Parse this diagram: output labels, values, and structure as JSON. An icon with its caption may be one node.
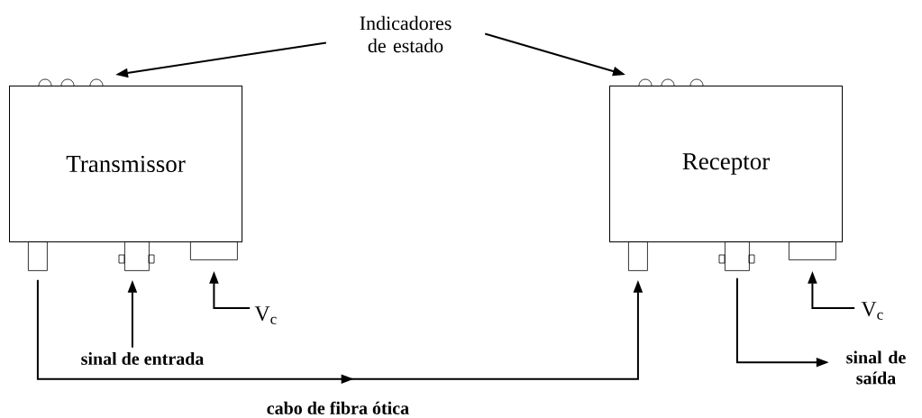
{
  "diagram": {
    "nodes": [
      {
        "text": [
          "Indicadores de estado"
        ]
      },
      {
        "text": [
          "Transmissor"
        ]
      },
      {
        "text": [
          "Receptor"
        ]
      },
      {
        "text": [],
        "shape": "box"
      },
      {
        "text": [],
        "shape": "box"
      },
      {
        "text": [],
        "shape": "box"
      },
      {
        "text": [],
        "shape": "box"
      },
      {
        "text": [],
        "shape": "box"
      },
      {
        "text": [],
        "shape": "box"
      },
      {
        "text": [
          "sinal de entrada"
        ]
      },
      {
        "text": [
          "V$_{c}$"
        ]
      },
      {
        "text": [
          "V$_{c}$"
        ]
      },
      {
        "text": [
          "sinal de saída"
        ]
      }
    ],
    "edges": [
      {
        "from": 0,
        "to": 1,
        "arrow": "to"
      },
      {
        "from": 0,
        "to": 2,
        "arrow": "to"
      },
      {
        "from": 3,
        "to": 6,
        "arrow": "to",
        "label": "cabo de fibra ótica"
      },
      {
        "from": 9,
        "to": 4,
        "arrow": "to"
      },
      {
        "from": 10,
        "to": 5,
        "arrow": "to"
      },
      {
        "from": 7,
        "to": 12,
        "arrow": "to"
      },
      {
        "from": 11,
        "to": 8,
        "arrow": "to"
      }
    ]
  }
}
